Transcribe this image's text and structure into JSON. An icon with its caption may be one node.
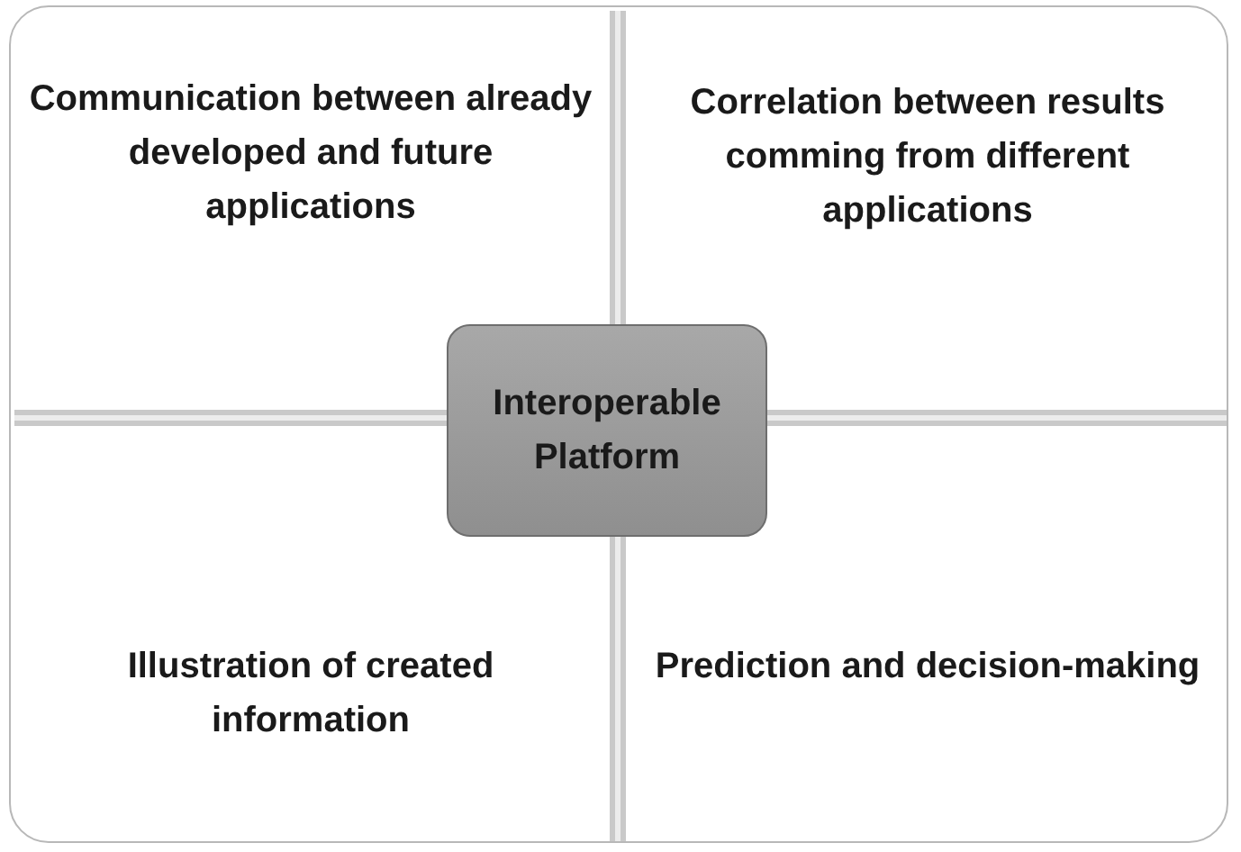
{
  "diagram": {
    "nodes": [
      {
        "text": [
          "Communication between already developed and future applications"
        ]
      },
      {
        "text": [
          "Correlation between results comming from different applications"
        ]
      },
      {
        "text": [
          "Illustration of created information"
        ]
      },
      {
        "text": [
          "Prediction and decision-making"
        ]
      },
      {
        "text": [
          "Interoperable Platform"
        ]
      }
    ]
  }
}
